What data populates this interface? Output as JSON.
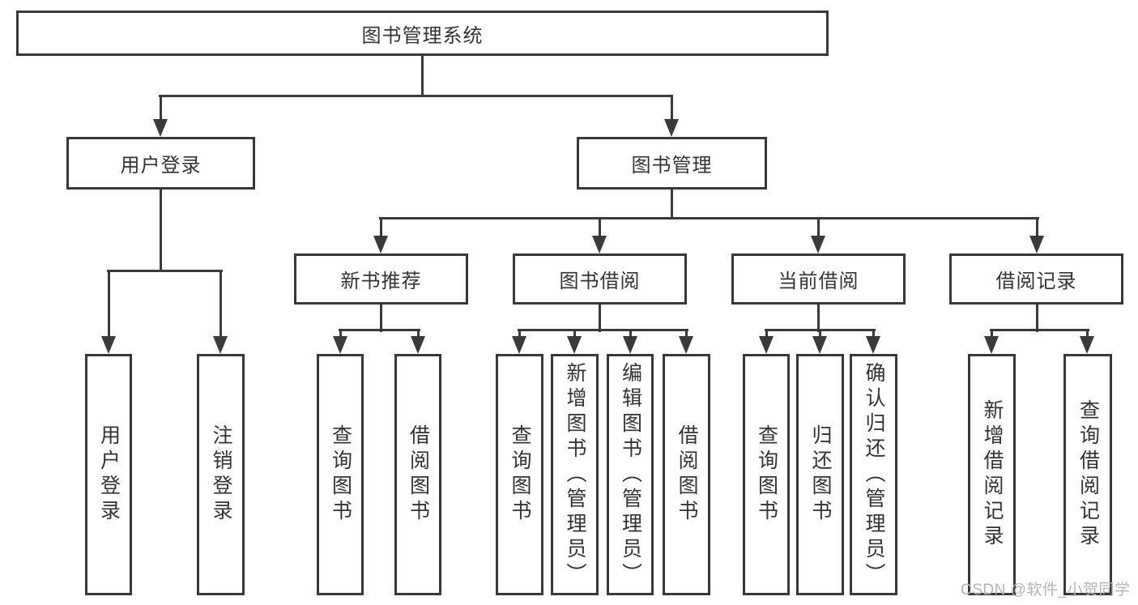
{
  "diagram": {
    "root": {
      "label": "图书管理系统"
    },
    "level2": [
      "用户登录",
      "图书管理"
    ],
    "level3": [
      "新书推荐",
      "图书借阅",
      "当前借阅",
      "借阅记录"
    ],
    "leaves": {
      "login": [
        "用户登录",
        "注销登录"
      ],
      "recommend": [
        "查询图书",
        "借阅图书"
      ],
      "borrow": [
        "查询图书",
        "新增图书（管理员）",
        "编辑图书（管理员）",
        "借阅图书"
      ],
      "current": [
        "查询图书",
        "归还图书",
        "确认归还（管理员）"
      ],
      "records": [
        "新增借阅记录",
        "查询借阅记录"
      ]
    },
    "colors": {
      "node_border": "#383838",
      "connector": "#3a3a3a",
      "text": "#333333",
      "watermark": "#b4b4b4",
      "background": "#ffffff"
    }
  },
  "watermark": {
    "text": "CSDN @软件_小贺同学"
  }
}
